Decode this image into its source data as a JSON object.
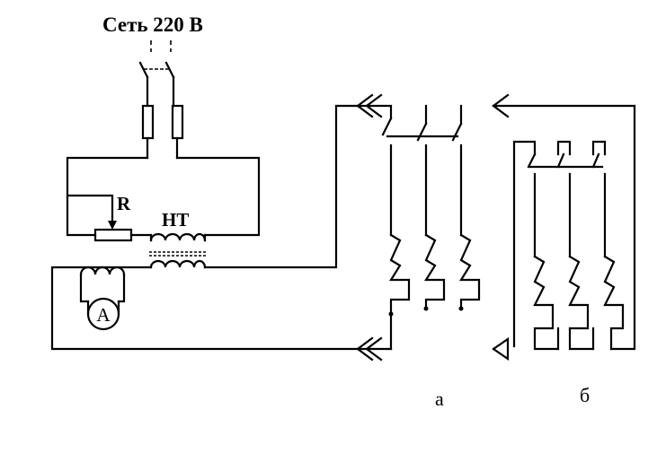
{
  "supply_label": "Сеть 220 В",
  "resistor_label": "R",
  "transformer_label": "НТ",
  "ammeter_label": "A",
  "caption_a": "а",
  "caption_b": "б"
}
